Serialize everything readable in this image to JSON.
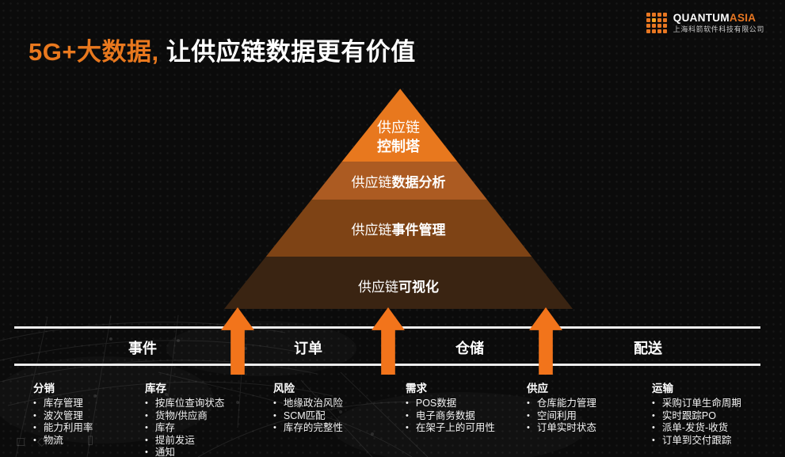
{
  "title": {
    "highlight": "5G+大数据,",
    "rest": " 让供应链数据更有价值"
  },
  "logo": {
    "icon": "dot-grid-icon",
    "accent_cell": 5,
    "name_primary": "QUANTUM",
    "name_secondary": "ASIA",
    "company": "上海科箭软件科技有限公司"
  },
  "colors": {
    "accent_orange": "#E87722",
    "title_highlight": "#E8781E",
    "arrow": "#F2741B",
    "timeline_line": "#ECECEC"
  },
  "pyramid": {
    "levels": [
      {
        "prefix": "供应链",
        "emphasis": "控制塔",
        "color": "#E8781E"
      },
      {
        "prefix": "供应链",
        "emphasis": "数据分析",
        "color": "#AC5B22"
      },
      {
        "prefix": "供应链",
        "emphasis": "事件管理",
        "color": "#7E4315"
      },
      {
        "prefix": "供应链",
        "emphasis": "可视化",
        "color": "#3A2412"
      }
    ]
  },
  "timeline": {
    "stages": [
      "事件",
      "订单",
      "仓储",
      "配送"
    ],
    "arrow_icon": "up-arrow-icon"
  },
  "columns": [
    {
      "title": "分销",
      "items": [
        "库存管理",
        "波次管理",
        "能力利用率",
        "物流"
      ]
    },
    {
      "title": "库存",
      "items": [
        "按库位查询状态",
        "货物/供应商",
        "库存",
        "提前发运",
        "通知"
      ]
    },
    {
      "title": "风险",
      "items": [
        "地缘政治风险",
        "SCM匹配",
        "库存的完整性"
      ]
    },
    {
      "title": "需求",
      "items": [
        "POS数据",
        "电子商务数据",
        "在架子上的可用性"
      ]
    },
    {
      "title": "供应",
      "items": [
        "仓库能力管理",
        "空间利用",
        "订单实时状态"
      ]
    },
    {
      "title": "运输",
      "items": [
        "采购订单生命周期",
        "实时跟踪PO",
        "派单-发货-收货",
        "订单到交付跟踪"
      ]
    }
  ],
  "background": {
    "ghost_icons": [
      {
        "name": "image-icon",
        "glyph": "◻"
      },
      {
        "name": "diamond-icon",
        "glyph": "◇"
      },
      {
        "name": "cursor-icon",
        "glyph": "➤"
      },
      {
        "name": "phone-icon",
        "glyph": "▯"
      }
    ]
  }
}
